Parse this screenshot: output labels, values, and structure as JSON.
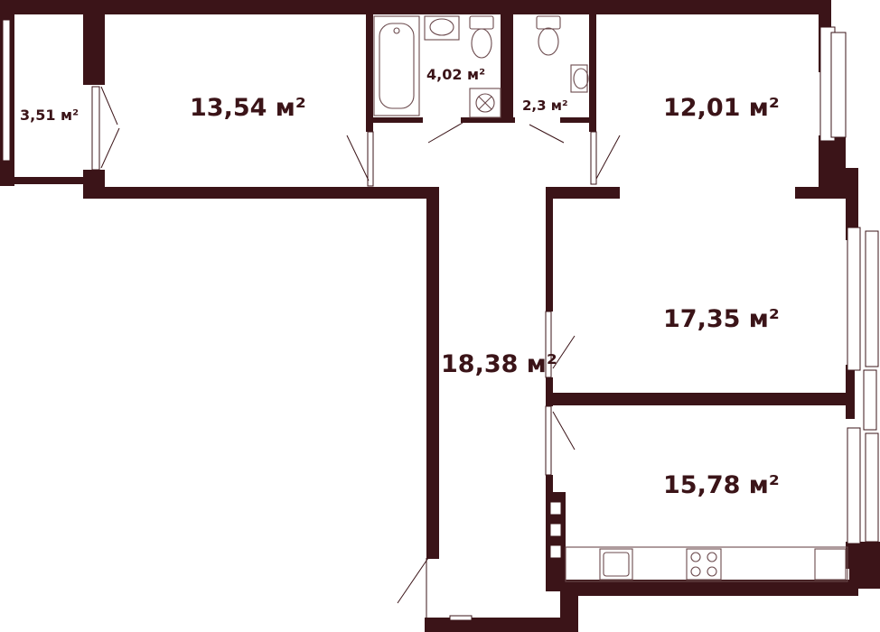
{
  "colors": {
    "wall": "#3b1418",
    "label": "#3b1418",
    "fixture": "#6b4a4d",
    "background": "#ffffff"
  },
  "rooms": [
    {
      "id": "balcony",
      "area": "3,51 м²"
    },
    {
      "id": "bedroom_nw",
      "area": "13,54 м²"
    },
    {
      "id": "bathroom",
      "area": "4,02 м²"
    },
    {
      "id": "toilet",
      "area": "2,3 м²"
    },
    {
      "id": "bedroom_ne",
      "area": "12,01 м²"
    },
    {
      "id": "hallway",
      "area": "18,38 м²"
    },
    {
      "id": "room_east",
      "area": "17,35 м²"
    },
    {
      "id": "kitchen",
      "area": "15,78 м²"
    }
  ],
  "icons": [
    "bathtub-icon",
    "sink-icon",
    "toilet-icon",
    "washing-machine-icon",
    "stove-icon",
    "kitchen-sink-icon"
  ]
}
